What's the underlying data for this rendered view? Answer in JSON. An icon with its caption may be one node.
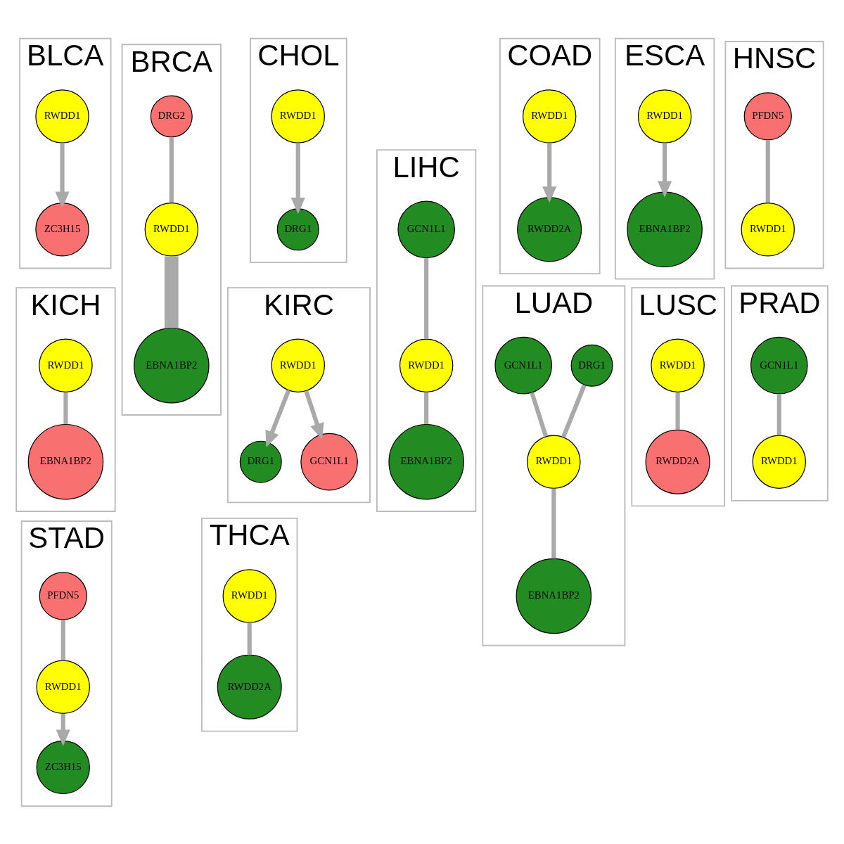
{
  "diagram": {
    "nodes": [
      {
        "text": [
          "BLCA"
        ]
      },
      {
        "text": [
          "RWDD1"
        ],
        "in": 0
      },
      {
        "text": [
          "ZC3H15"
        ],
        "in": 0
      },
      {
        "text": [
          "BRCA"
        ]
      },
      {
        "text": [
          "DRG2"
        ],
        "in": 3
      },
      {
        "text": [
          "RWDD1"
        ],
        "in": 3
      },
      {
        "text": [
          "EBNA1BP2"
        ],
        "in": 3
      },
      {
        "text": [
          "CHOL"
        ]
      },
      {
        "text": [
          "DRG1"
        ],
        "in": 7
      },
      {
        "text": [
          "RWDD1"
        ],
        "in": 7
      },
      {
        "text": [
          "COAD"
        ]
      },
      {
        "text": [
          "RWDD1"
        ],
        "in": 10
      },
      {
        "text": [
          "RWDD2A"
        ],
        "in": 10
      },
      {
        "text": [
          "ESCA"
        ]
      },
      {
        "text": [
          "RWDD1"
        ],
        "in": 13
      },
      {
        "text": [
          "EBNA1BP2"
        ],
        "in": 13
      },
      {
        "text": [
          "HNSC"
        ]
      },
      {
        "text": [
          "PFDN5"
        ],
        "in": 16
      },
      {
        "text": [
          "RWDD1"
        ],
        "in": 16
      },
      {
        "text": [
          "KICH"
        ]
      },
      {
        "text": [
          "RWDD1"
        ],
        "in": 19
      },
      {
        "text": [
          "EBNA1BP2"
        ],
        "in": 19
      },
      {
        "text": [
          "KIRC"
        ]
      },
      {
        "text": [
          "DRG1"
        ],
        "in": 22
      },
      {
        "text": [
          "RWDD1"
        ],
        "in": 22
      },
      {
        "text": [
          "GCN1L1"
        ],
        "in": 22
      },
      {
        "text": [
          "LIHC"
        ]
      },
      {
        "text": [
          "GCN1L1"
        ],
        "in": 26
      },
      {
        "text": [
          "RWDD1"
        ],
        "in": 26
      },
      {
        "text": [
          "EBNA1BP2"
        ],
        "in": 26
      },
      {
        "text": [
          "LUAD"
        ]
      },
      {
        "text": [
          "DRG1"
        ],
        "in": 30
      },
      {
        "text": [
          "GCN1L1"
        ],
        "in": 30
      },
      {
        "text": [
          "RWDD1"
        ],
        "in": 30
      },
      {
        "text": [
          "EBNA1BP2"
        ],
        "in": 30
      },
      {
        "text": [
          "LUSC"
        ]
      },
      {
        "text": [
          "RWDD1"
        ],
        "in": 35
      },
      {
        "text": [
          "RWDD2A"
        ],
        "in": 35
      },
      {
        "text": [
          "PRAD"
        ]
      },
      {
        "text": [
          "GCN1L1"
        ],
        "in": 38
      },
      {
        "text": [
          "RWDD1"
        ],
        "in": 38
      },
      {
        "text": [
          "STAD"
        ]
      },
      {
        "text": [
          "PFDN5"
        ],
        "in": 41
      },
      {
        "text": [
          "RWDD1"
        ],
        "in": 41
      },
      {
        "text": [
          "ZC3H15"
        ],
        "in": 41
      },
      {
        "text": [
          "THCA"
        ]
      },
      {
        "text": [
          "RWDD1"
        ],
        "in": 45
      },
      {
        "text": [
          "RWDD2A"
        ],
        "in": 45
      }
    ],
    "edges": [
      {
        "from": 1,
        "to": 2,
        "arrow": "to"
      },
      {
        "from": 4,
        "to": 5,
        "arrow": "none"
      },
      {
        "from": 5,
        "to": 6,
        "arrow": "none",
        "style": "thick"
      },
      {
        "from": 9,
        "to": 8,
        "arrow": "to"
      },
      {
        "from": 11,
        "to": 12,
        "arrow": "to"
      },
      {
        "from": 14,
        "to": 15,
        "arrow": "to"
      },
      {
        "from": 17,
        "to": 18,
        "arrow": "none"
      },
      {
        "from": 20,
        "to": 21,
        "arrow": "none"
      },
      {
        "from": 24,
        "to": 23,
        "arrow": "to"
      },
      {
        "from": 24,
        "to": 25,
        "arrow": "to"
      },
      {
        "from": 27,
        "to": 28,
        "arrow": "none"
      },
      {
        "from": 28,
        "to": 29,
        "arrow": "none"
      },
      {
        "from": 31,
        "to": 33,
        "arrow": "none"
      },
      {
        "from": 32,
        "to": 33,
        "arrow": "none"
      },
      {
        "from": 33,
        "to": 34,
        "arrow": "none"
      },
      {
        "from": 36,
        "to": 37,
        "arrow": "none"
      },
      {
        "from": 39,
        "to": 40,
        "arrow": "none"
      },
      {
        "from": 42,
        "to": 43,
        "arrow": "none"
      },
      {
        "from": 43,
        "to": 44,
        "arrow": "to"
      },
      {
        "from": 46,
        "to": 47,
        "arrow": "none"
      }
    ]
  }
}
